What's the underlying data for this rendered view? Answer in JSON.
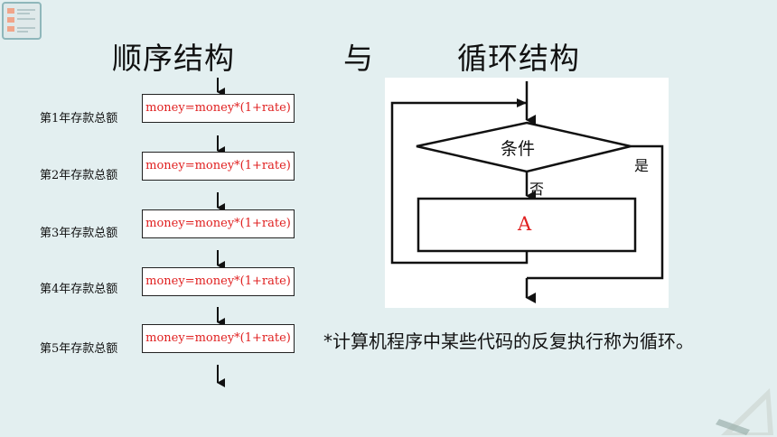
{
  "titles": {
    "sequence": "顺序结构",
    "connector": "与",
    "loop": "循环结构"
  },
  "sequence": {
    "rows": [
      {
        "label": "第1年存款总额",
        "formula": "money=money*(1+rate)"
      },
      {
        "label": "第2年存款总额",
        "formula": "money=money*(1+rate)"
      },
      {
        "label": "第3年存款总额",
        "formula": "money=money*(1+rate)"
      },
      {
        "label": "第4年存款总额",
        "formula": "money=money*(1+rate)"
      },
      {
        "label": "第5年存款总额",
        "formula": "money=money*(1+rate)"
      }
    ]
  },
  "loop": {
    "condition": "条件",
    "yes": "是",
    "no": "否",
    "body": "A"
  },
  "note": "*计算机程序中某些代码的反复执行称为循环。",
  "colors": {
    "background": "#e3eff0",
    "formula_text": "#e02020",
    "loop_body_text": "#e02020"
  }
}
